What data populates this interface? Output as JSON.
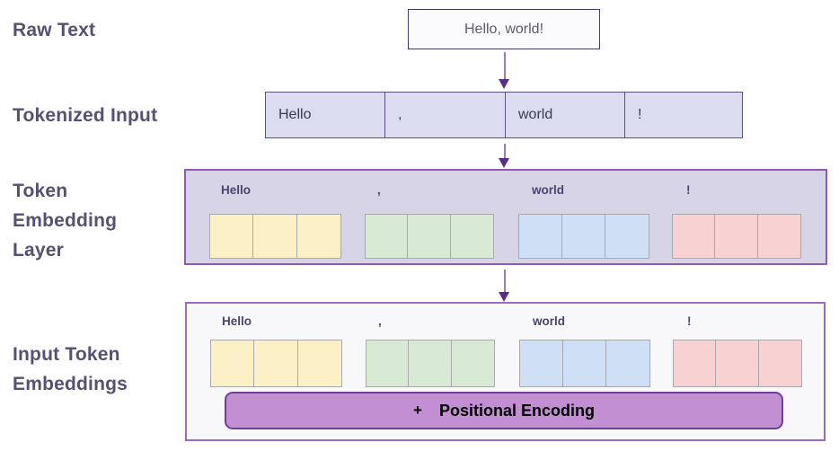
{
  "diagram": {
    "type": "transformer-input-embedding-pipeline",
    "colors": {
      "label_text": "#565072",
      "arrow_shaft": "#9b7bc4",
      "arrow_head": "#5a2d8c",
      "raw_text_border": "#473a69",
      "raw_text_fill": "#fbfbfd",
      "token_row_fill": "#dcdcf0",
      "token_row_border": "#5f4f87",
      "token_embedding_panel_fill": "#d7d4e7",
      "token_embedding_panel_border": "#8e5ab8",
      "input_embedding_panel_fill": "#f8f8fb",
      "input_embedding_panel_border": "#9a6cc0",
      "vector_border": "#a9a9a9",
      "vector_yellow": "#fcf0c6",
      "vector_green": "#d8ead3",
      "vector_blue": "#cfe0f6",
      "vector_pink": "#f8d2d2",
      "positional_bar_fill": "#c28fd3",
      "positional_bar_border": "#6f3f96"
    }
  },
  "rows": {
    "raw_text": {
      "label": "Raw Text",
      "value": "Hello, world!"
    },
    "tokenized_input": {
      "label": "Tokenized Input",
      "tokens": [
        "Hello",
        ",",
        "world",
        "!"
      ]
    },
    "token_embedding_layer": {
      "label": "Token\nEmbedding\nLayer",
      "groups": [
        {
          "token": "Hello",
          "color": "#fcf0c6",
          "cells": 3
        },
        {
          "token": ",",
          "color": "#d8ead3",
          "cells": 3
        },
        {
          "token": "world",
          "color": "#cfe0f6",
          "cells": 3
        },
        {
          "token": "!",
          "color": "#f8d2d2",
          "cells": 3
        }
      ]
    },
    "input_token_embeddings": {
      "label": "Input Token\nEmbeddings",
      "groups": [
        {
          "token": "Hello",
          "color": "#fcf0c6",
          "cells": 3
        },
        {
          "token": ",",
          "color": "#d8ead3",
          "cells": 3
        },
        {
          "token": "world",
          "color": "#cfe0f6",
          "cells": 3
        },
        {
          "token": "!",
          "color": "#f8d2d2",
          "cells": 3
        }
      ],
      "positional_encoding": {
        "plus": "+",
        "label": "Positional Encoding"
      }
    }
  }
}
